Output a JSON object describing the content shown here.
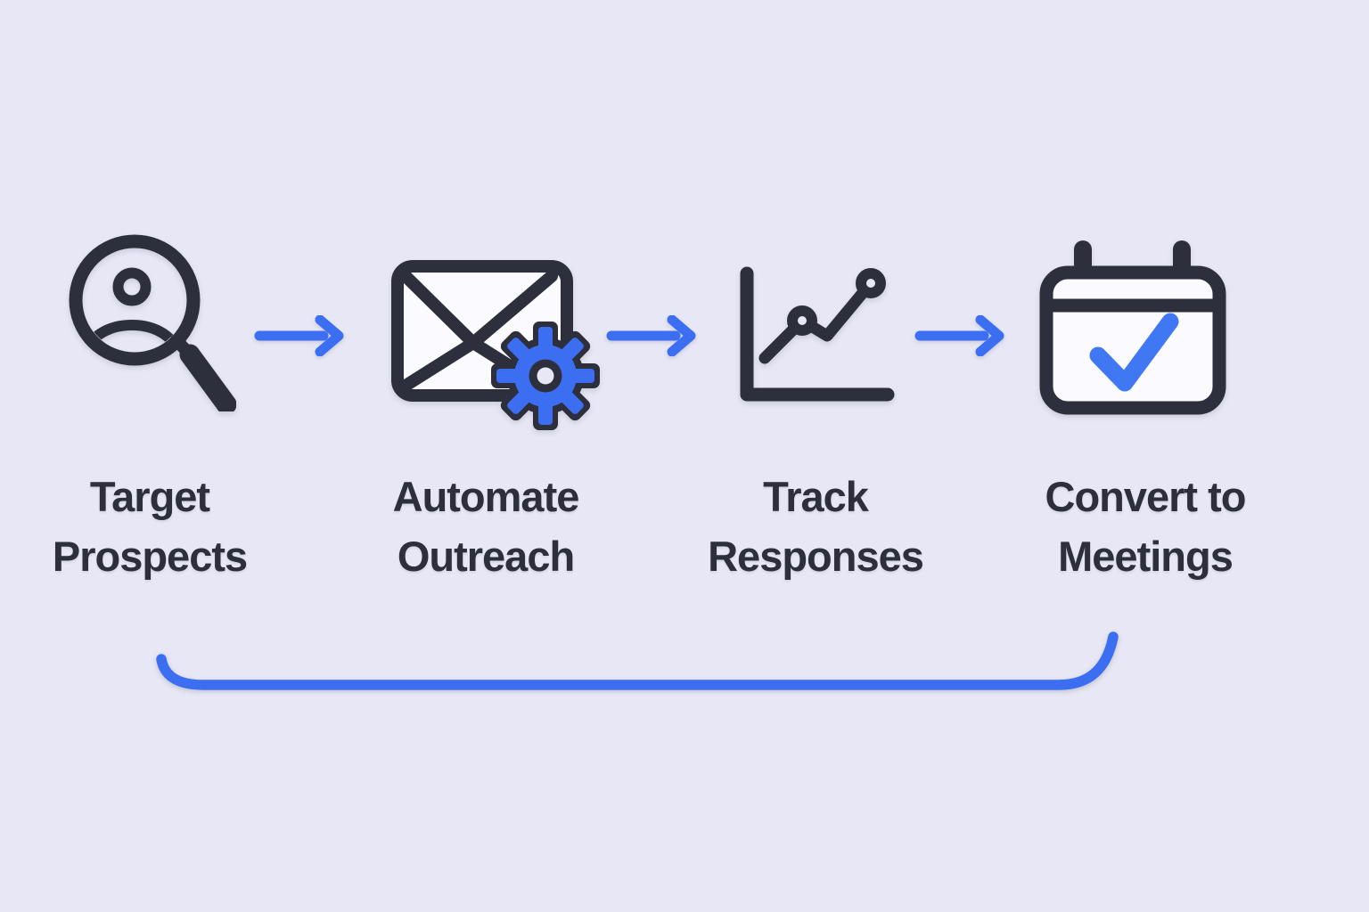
{
  "diagram": {
    "steps": [
      {
        "id": "target-prospects",
        "label": "Target\nProspects",
        "icon": "prospect-search-icon"
      },
      {
        "id": "automate-outreach",
        "label": "Automate\nOutreach",
        "icon": "email-automation-icon"
      },
      {
        "id": "track-responses",
        "label": "Track\nResponses",
        "icon": "response-chart-icon"
      },
      {
        "id": "convert-meetings",
        "label": "Convert to\nMeetings",
        "icon": "calendar-check-icon"
      }
    ],
    "colors": {
      "background": "#e7e7f6",
      "ink": "#2d2f3c",
      "accent": "#3c6ef1",
      "accent_bright": "#4078f3",
      "panel": "#fafaff"
    }
  }
}
